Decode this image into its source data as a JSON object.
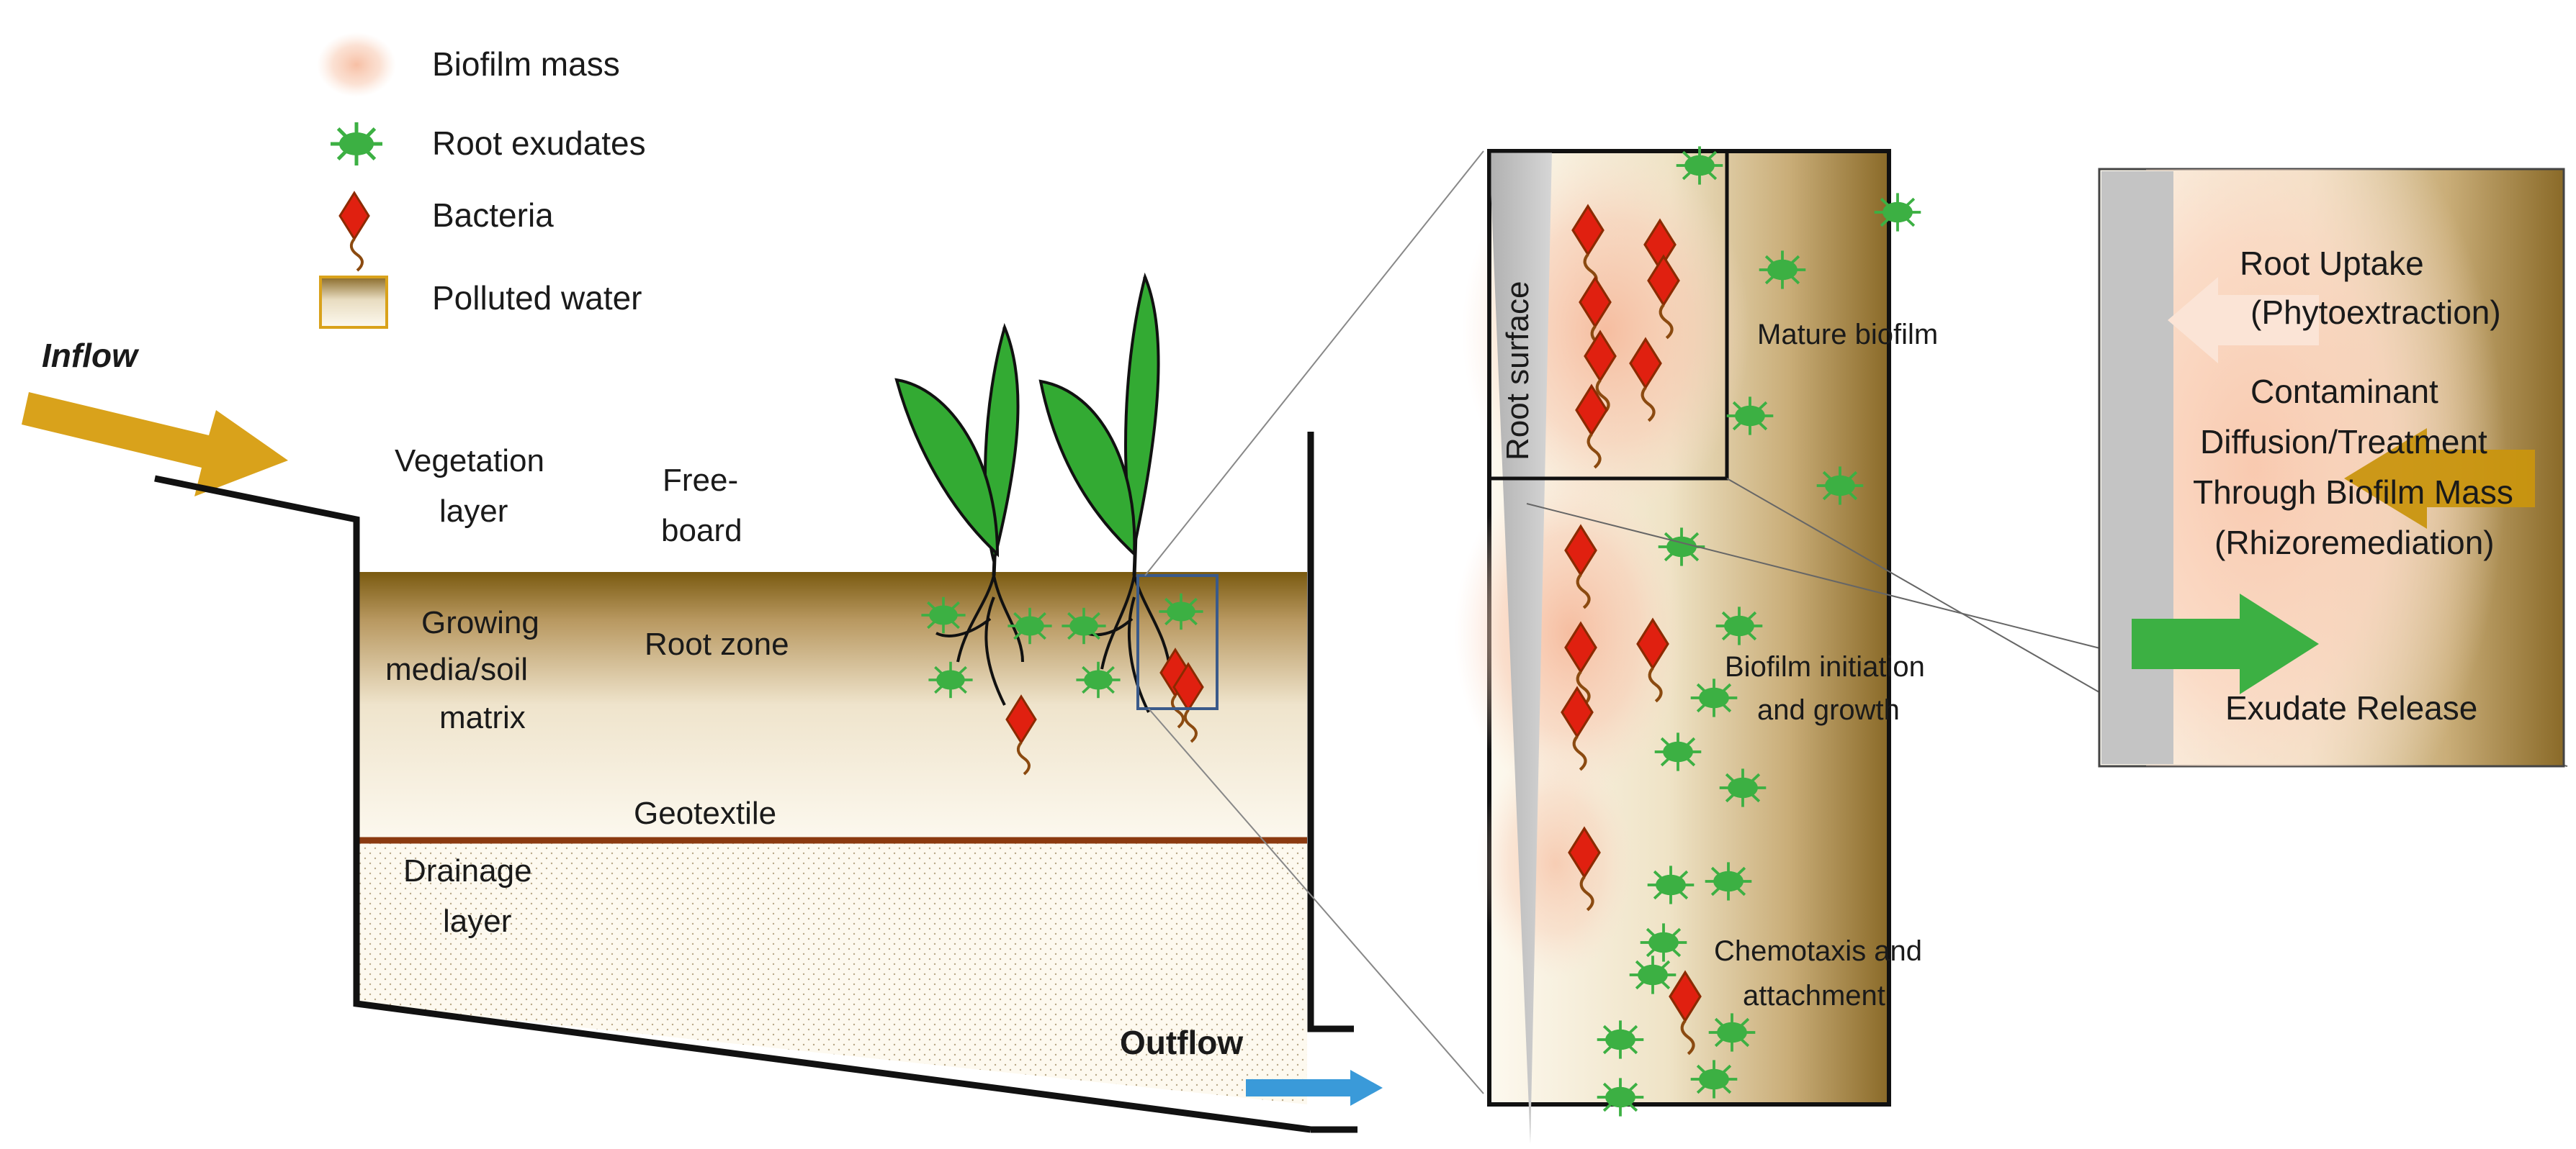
{
  "legend": [
    {
      "key": "biofilm",
      "label": "Biofilm mass"
    },
    {
      "key": "exudate",
      "label": "Root exudates"
    },
    {
      "key": "bacteria",
      "label": "Bacteria"
    },
    {
      "key": "water",
      "label": "Polluted water"
    }
  ],
  "flows": {
    "inflow": "Inflow",
    "outflow": "Outflow"
  },
  "layers": {
    "vegetation": [
      "Vegetation",
      "layer"
    ],
    "freeboard": [
      "Free-",
      "board"
    ],
    "growing": [
      "Growing",
      "media/soil",
      "matrix"
    ],
    "rootzone": "Root zone",
    "geotextile": "Geotextile",
    "drainage": [
      "Drainage",
      "layer"
    ]
  },
  "zoom": {
    "root_surface": "Root surface",
    "mature": "Mature biofilm",
    "initiation": [
      "Biofilm initiation",
      "and growth"
    ],
    "chemotaxis": [
      "Chemotaxis and",
      "attachment"
    ]
  },
  "detail": {
    "uptake": [
      "Root Uptake",
      "(Phytoextraction)"
    ],
    "diffusion": [
      "Contaminant",
      "Diffusion/Treatment",
      "Through Biofilm Mass",
      "(Rhizoremediation)"
    ],
    "exudate": "Exudate Release"
  },
  "colors": {
    "soil": "#7a5a10",
    "drain_line": "#8b3a10",
    "bacteria": "#e02010",
    "exudate": "#3cb043",
    "inflow_arrow": "#d9a21b",
    "outflow_arrow": "#3a9ad9",
    "leaf": "#33aa33",
    "biofilm": "#f8c8b0"
  },
  "icons": [
    "biofilm-swatch-icon",
    "exudate-icon",
    "bacteria-icon",
    "polluted-water-swatch-icon"
  ]
}
